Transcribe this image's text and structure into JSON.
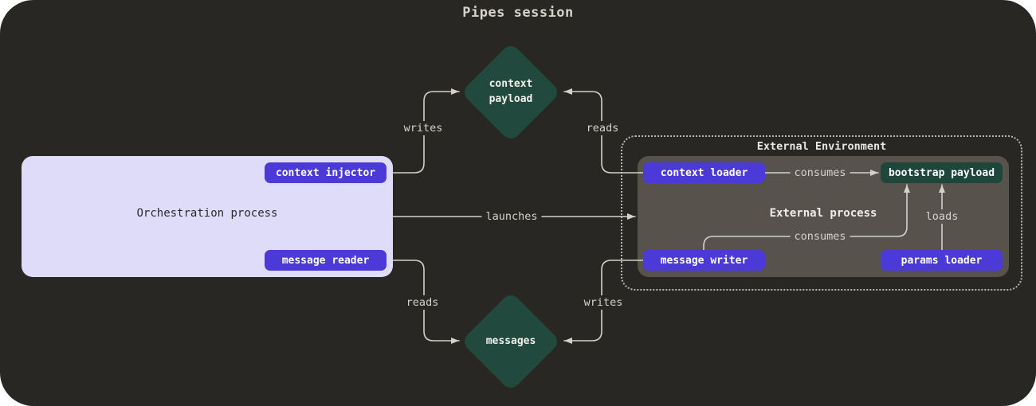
{
  "title": "Pipes session",
  "colors": {
    "canvas_bg": "#292724",
    "diamond_green": "#21493d",
    "bootstrap_green": "#1e463a",
    "button_purple": "#4b39d8",
    "orchestration_bg": "#dedcf8",
    "external_process_bg": "#57524b",
    "edge_line": "#d4d1cc",
    "dashed_border": "#b9b6b1"
  },
  "nodes": {
    "context_payload": {
      "label": "context\npayload"
    },
    "messages": {
      "label": "messages"
    },
    "orchestration": {
      "label": "Orchestration process",
      "context_injector": "context injector",
      "message_reader": "message reader"
    },
    "external_environment": {
      "label": "External Environment"
    },
    "external_process": {
      "label": "External process",
      "context_loader": "context loader",
      "bootstrap_payload": "bootstrap payload",
      "message_writer": "message writer",
      "params_loader": "params loader"
    }
  },
  "edges": {
    "writes_context": "writes",
    "reads_context": "reads",
    "launches": "launches",
    "consumes_top": "consumes",
    "consumes_bottom": "consumes",
    "loads": "loads",
    "reads_messages": "reads",
    "writes_messages": "writes"
  }
}
